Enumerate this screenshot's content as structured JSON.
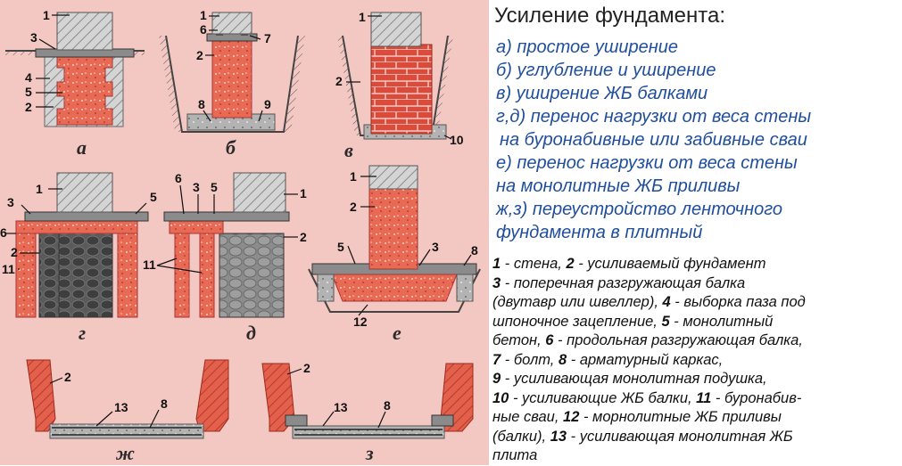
{
  "figure": {
    "panels": [
      {
        "letter": "а"
      },
      {
        "letter": "б"
      },
      {
        "letter": "в"
      },
      {
        "letter": "г"
      },
      {
        "letter": "д"
      },
      {
        "letter": "е"
      },
      {
        "letter": "ж"
      },
      {
        "letter": "з"
      }
    ],
    "colors": {
      "background": "#f3c7c2",
      "brick": "#d94b3a",
      "concrete_red": "#e86a55",
      "concrete_grey": "#a9a9a9",
      "hatch": "#cfcfcf",
      "masonry": "#4a4a4a",
      "beam": "#7a7a7a"
    }
  },
  "title": "Усиление фундамента:",
  "methods": [
    "а) простое уширение",
    "б) углубление и уширение",
    "в) уширение ЖБ балками",
    "г,д) перенос нагрузки от веса стены",
    " на буронабивные или забивные сваи",
    "е) перенос нагрузки от веса стены",
    "на монолитные ЖБ приливы",
    "ж,з) переустройство ленточного",
    "фундамента в плитный"
  ],
  "legend": [
    {
      "parts": [
        [
          "1",
          " - стена, "
        ],
        [
          "2",
          " - усиливаемый фундамент"
        ]
      ]
    },
    {
      "parts": [
        [
          "3",
          " - поперечная разгружающая балка"
        ]
      ]
    },
    {
      "parts": [
        [
          "",
          "(двутавр или швеллер), "
        ],
        [
          "4",
          " - выборка паза под"
        ]
      ]
    },
    {
      "parts": [
        [
          "",
          "шпоночное зацепление, "
        ],
        [
          "5",
          " - монолитный"
        ]
      ]
    },
    {
      "parts": [
        [
          "",
          "бетон, "
        ],
        [
          "6",
          " - продольная разгружающая балка,"
        ]
      ]
    },
    {
      "parts": [
        [
          "7",
          " - болт, "
        ],
        [
          "8",
          " - арматурный каркас,"
        ]
      ]
    },
    {
      "parts": [
        [
          "9",
          " - усиливающая монолитная подушка,"
        ]
      ]
    },
    {
      "parts": [
        [
          "10",
          " - усиливающие ЖБ балки, "
        ],
        [
          "11",
          " - буронабив-"
        ]
      ]
    },
    {
      "parts": [
        [
          "",
          "ные сваи, "
        ],
        [
          "12",
          " - морнолитные ЖБ приливы"
        ]
      ]
    },
    {
      "parts": [
        [
          "",
          "(балки), "
        ],
        [
          "13",
          " - усиливающая монолитная ЖБ"
        ]
      ]
    },
    {
      "parts": [
        [
          "",
          "плита"
        ]
      ]
    }
  ]
}
